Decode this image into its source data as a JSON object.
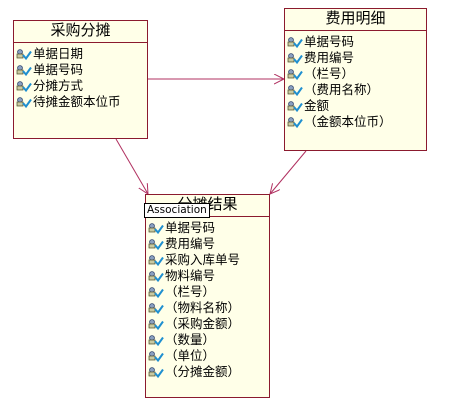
{
  "classes": {
    "purchase_allocation": {
      "title": "采购分摊",
      "attributes": [
        "单据日期",
        "单据号码",
        "分摊方式",
        "待摊金额本位币"
      ]
    },
    "expense_detail": {
      "title": "费用明细",
      "attributes": [
        "单据号码",
        "费用编号",
        "（栏号）",
        "（费用名称）",
        "金额",
        "（金额本位币）"
      ]
    },
    "allocation_result": {
      "title": "分摊结果",
      "attributes": [
        "单据号码",
        "费用编号",
        "采购入库单号",
        "物料编号",
        "（栏号）",
        "（物料名称）",
        "（采购金额）",
        "（数量）",
        "（单位）",
        "（分摊金额）"
      ]
    }
  },
  "tooltip": {
    "text": "Association"
  },
  "icon": "attribute-key-icon",
  "colors": {
    "border": "#8b1a2e",
    "fill": "#ffffe8",
    "line": "#b03060"
  }
}
